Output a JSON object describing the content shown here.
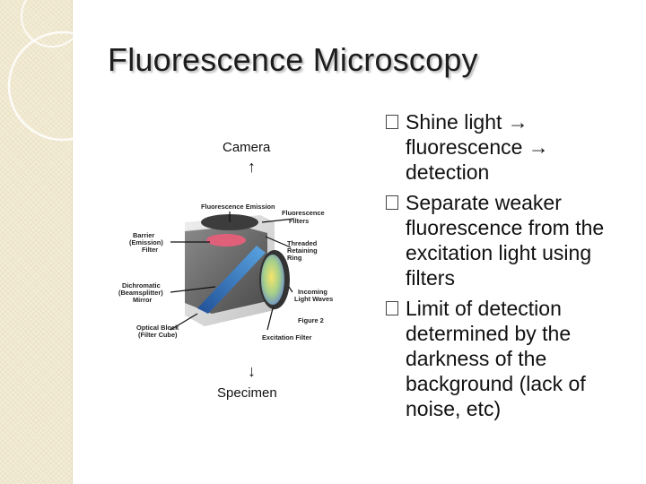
{
  "slide": {
    "title": "Fluorescence Microscopy",
    "camera_label": "Camera",
    "up_arrow": "↑",
    "down_arrow": "↓",
    "specimen_label": "Specimen",
    "bullets": [
      "Shine light → fluorescence → detection",
      "Separate weaker fluorescence from the excitation light using filters",
      "Limit of detection determined by the darkness of the background (lack of noise, etc)"
    ]
  },
  "figure": {
    "labels": {
      "emission": "Fluorescence Emission",
      "filters_1": "Fluorescence",
      "filters_2": "Filters",
      "barrier_1": "Barrier",
      "barrier_2": "(Emission)",
      "barrier_3": "Filter",
      "threaded_1": "Threaded",
      "threaded_2": "Retaining",
      "threaded_3": "Ring",
      "dichromatic_1": "Dichromatic",
      "dichromatic_2": "(Beamsplitter)",
      "dichromatic_3": "Mirror",
      "incoming_1": "Incoming",
      "incoming_2": "Light Waves",
      "figure_number": "Figure 2",
      "optical_1": "Optical Block",
      "optical_2": "(Filter Cube)",
      "excitation": "Excitation Filter"
    }
  },
  "colors": {
    "side_strip": "#f3ecd6",
    "title_text": "#1d1d1d",
    "body_text": "#111111",
    "cube_body": "#6c6c6c",
    "beam_blue": "#2f78c8",
    "barrier_pink": "#e0607a"
  },
  "icons": {
    "bullet": "square-bullet-icon"
  }
}
